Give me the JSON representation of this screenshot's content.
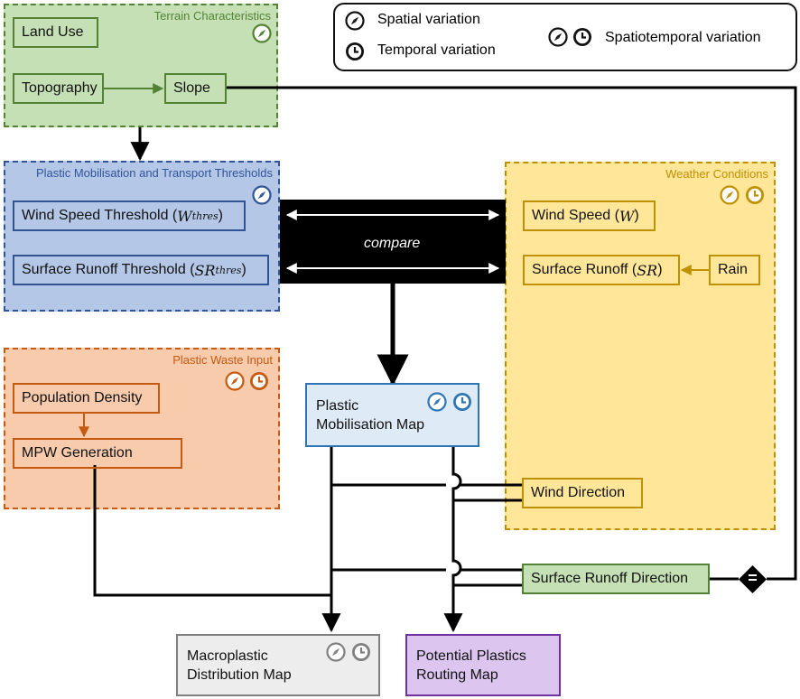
{
  "legend": {
    "spatial": "Spatial variation",
    "temporal": "Temporal variation",
    "spatiotemporal": "Spatiotemporal variation"
  },
  "terrain": {
    "title": "Terrain Characteristics",
    "land_use": "Land Use",
    "topography": "Topography",
    "slope": "Slope"
  },
  "thresholds": {
    "title": "Plastic Mobilisation and Transport Thresholds",
    "wind_label": "Wind Speed Threshold (",
    "wind_sym": "W",
    "wind_sub": "thres",
    "runoff_label": "Surface Runoff Threshold (",
    "runoff_sym": "SR",
    "runoff_sub": "thres",
    "close": ")"
  },
  "compare": {
    "label": "compare"
  },
  "weather": {
    "title": "Weather Conditions",
    "wind_label": "Wind Speed (",
    "wind_sym": "W",
    "runoff_label": "Surface Runoff (",
    "runoff_sym": "SR",
    "close": ")",
    "rain": "Rain",
    "wind_direction": "Wind Direction"
  },
  "waste": {
    "title": "Plastic Waste Input",
    "population": "Population Density",
    "mpw": "MPW Generation"
  },
  "mobilisation_map": {
    "line1": "Plastic",
    "line2": "Mobilisation Map"
  },
  "surface_runoff_direction": "Surface Runoff Direction",
  "macroplastic_map": {
    "line1": "Macroplastic",
    "line2": "Distribution Map"
  },
  "routing_map": {
    "line1": "Potential Plastics",
    "line2": "Routing Map"
  },
  "equals_symbol": "=",
  "colors": {
    "green_fill": "#c5e0b4",
    "green_line": "#548235",
    "blue_fill": "#b4c7e7",
    "blue_line": "#2f5597",
    "yellow_fill": "#ffe699",
    "yellow_line": "#bf9000",
    "orange_fill": "#f8cbad",
    "orange_line": "#c55a11",
    "lightblue_fill": "#deebf7",
    "lightblue_line": "#2e75b6",
    "grey_fill": "#ededed",
    "grey_line": "#7f7f7f",
    "purple_fill": "#dcc6f0",
    "purple_line": "#7030a0"
  },
  "icons": [
    "compass-icon",
    "clock-icon"
  ]
}
